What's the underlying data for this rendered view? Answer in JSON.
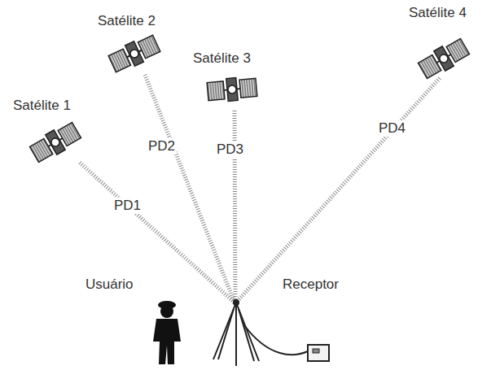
{
  "diagram": {
    "labels": [
      "Satélite 2",
      "Satélite 4",
      "Satélite 3",
      "Satélite 1",
      "PD2",
      "PD3",
      "PD4",
      "PD1",
      "Usuário",
      "Receptor"
    ]
  }
}
